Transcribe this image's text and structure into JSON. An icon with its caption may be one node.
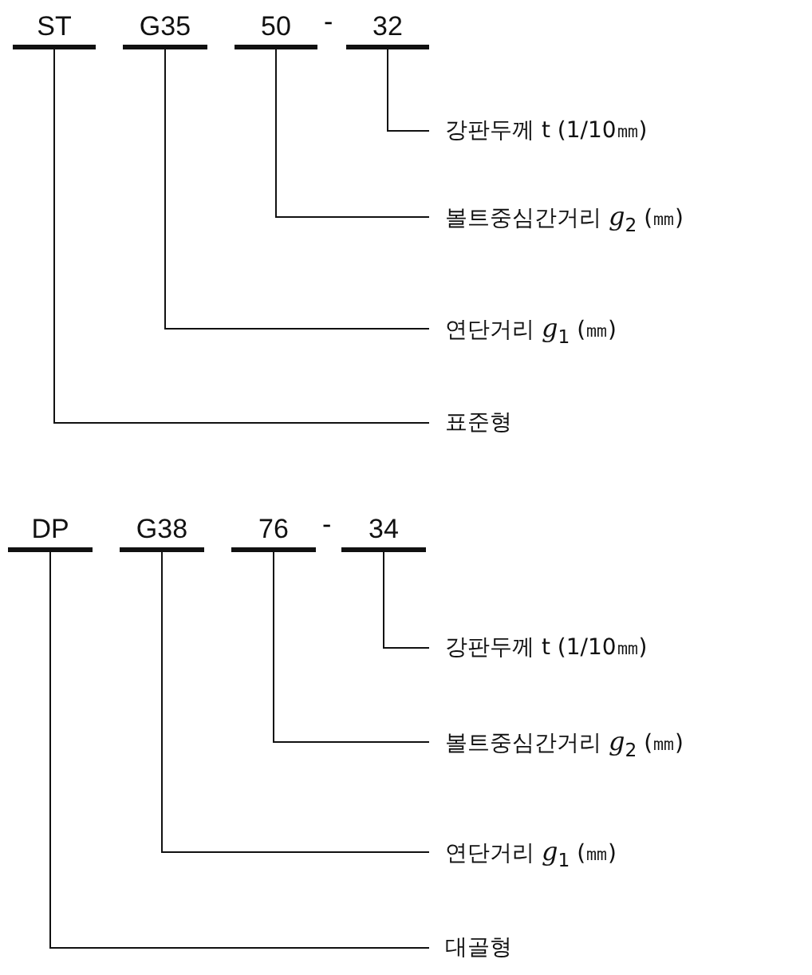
{
  "diagram": {
    "nodes": [
      {
        "text": [
          "ST"
        ]
      },
      {
        "text": [
          "G35"
        ]
      },
      {
        "text": [
          "50"
        ]
      },
      {
        "text": [
          "32"
        ]
      },
      {
        "text": [
          "강판두께 t (1/10㎜)"
        ]
      },
      {
        "text": [
          "볼트중심간거리 *g*$_{2}$ (㎜)"
        ]
      },
      {
        "text": [
          "연단거리 *g*$_{1}$ (㎜)"
        ]
      },
      {
        "text": [
          "표준형"
        ]
      },
      {
        "text": [
          "DP"
        ]
      },
      {
        "text": [
          "G38"
        ]
      },
      {
        "text": [
          "76"
        ]
      },
      {
        "text": [
          "34"
        ]
      },
      {
        "text": [
          "강판두께 t (1/10㎜)"
        ]
      },
      {
        "text": [
          "볼트중심간거리 *g*$_{2}$ (㎜)"
        ]
      },
      {
        "text": [
          "연단거리 *g*$_{1}$ (㎜)"
        ]
      },
      {
        "text": [
          "대골형"
        ]
      }
    ],
    "edges": [
      {
        "from": 3,
        "to": 4,
        "arrow": "none"
      },
      {
        "from": 2,
        "to": 5,
        "arrow": "none"
      },
      {
        "from": 1,
        "to": 6,
        "arrow": "none"
      },
      {
        "from": 0,
        "to": 7,
        "arrow": "none"
      },
      {
        "from": 11,
        "to": 12,
        "arrow": "none"
      },
      {
        "from": 10,
        "to": 13,
        "arrow": "none"
      },
      {
        "from": 9,
        "to": 14,
        "arrow": "none"
      },
      {
        "from": 8,
        "to": 15,
        "arrow": "none"
      }
    ],
    "labels": [
      "-",
      "-"
    ]
  }
}
